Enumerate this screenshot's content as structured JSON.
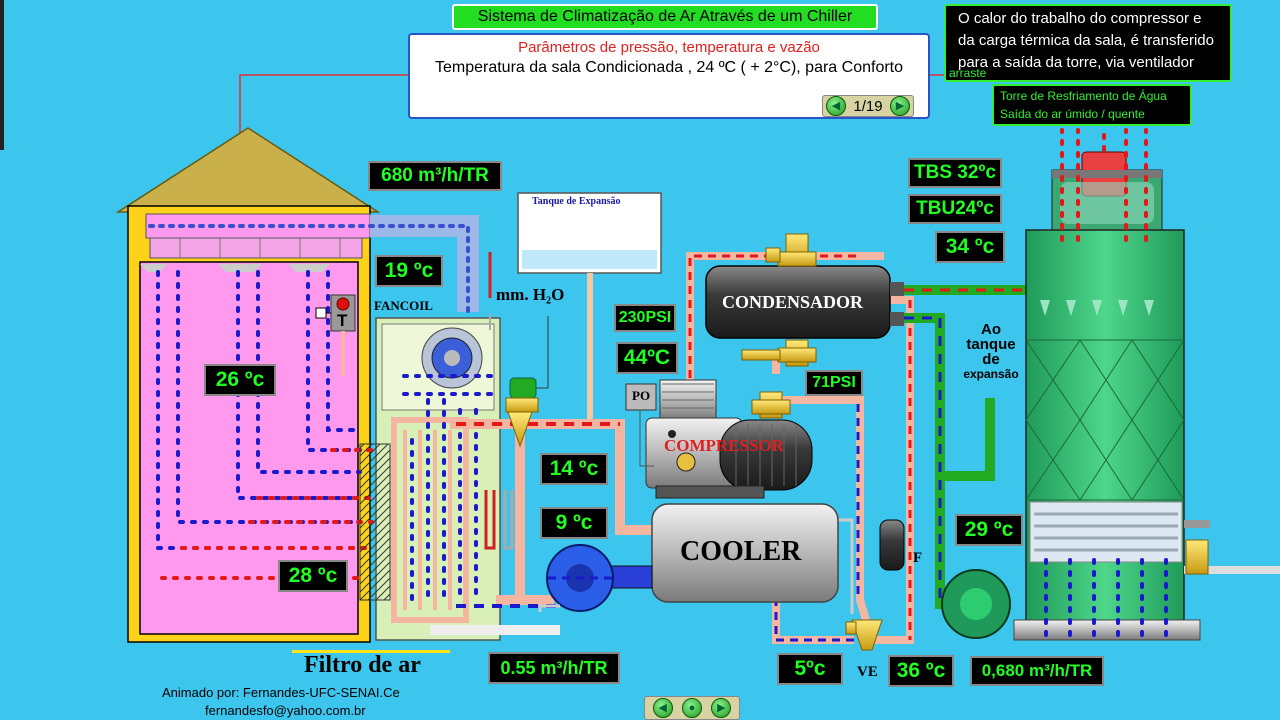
{
  "header": {
    "title": "Sistema de Climatização de Ar  Através de um Chiller",
    "param_heading": "Parâmetros de pressão, temperatura e vazão",
    "param_text": "Temperatura da sala Condicionada , 24 ºC ( + 2°C), para Conforto",
    "page_indicator": "1/19"
  },
  "info": {
    "text": "O calor do trabalho do compressor e da carga térmica da sala, é transferido para a saída da torre, via ventilador",
    "drag_hint": "arraste",
    "tower_line1": "Torre de Resfriamento de Água",
    "tower_line2": "Saída do ar úmido / quente"
  },
  "readouts": {
    "airflow_top": "680  m³/h/TR",
    "supply_temp": "19 ºc",
    "room_temp": "26 ºc",
    "return_temp": "28 ºc",
    "high_pressure": "230PSI",
    "cond_temp": "44ºC",
    "low_pressure": "71PSI",
    "suction_temp": "14 ºc",
    "chilled_temp": "9 ºc",
    "water_flow": "0.55  m³/h/TR",
    "ve_temp": "5ºc",
    "liquid_temp": "36 ºc",
    "tbs": "TBS 32ºc",
    "tbu": "TBU24ºc",
    "tower_in_temp": "34 ºc",
    "tower_out_temp": "29 ºc",
    "tower_flow": "0,680 m³/h/TR"
  },
  "labels": {
    "expansion_tank": "Tanque de Expansão",
    "mm_h2o": "mm. H₂O",
    "fancoil": "FANCOIL",
    "condenser": "CONDENSADOR",
    "compressor": "COMPRESSOR",
    "cooler": "COOLER",
    "po": "PO",
    "thermostat": "T",
    "filter_f": "F",
    "ve": "VE",
    "to_tank_1": "Ao",
    "to_tank_2": "tanque",
    "to_tank_3": "de",
    "to_tank_4": "expansão",
    "air_filter": "Filtro de ar"
  },
  "credits": {
    "line1": "Animado por: Fernandes-UFC-SENAI.Ce",
    "line2": "fernandesfo@yahoo.com.br"
  },
  "colors": {
    "background": "#3cc6ee",
    "room": "#ff99ee",
    "house_wall": "#ffd21a",
    "roof": "#c9b04a",
    "readout_text": "#22ff22"
  },
  "icons": {
    "prev": "arrow-left-icon",
    "next": "arrow-right-icon",
    "home": "home-icon"
  }
}
